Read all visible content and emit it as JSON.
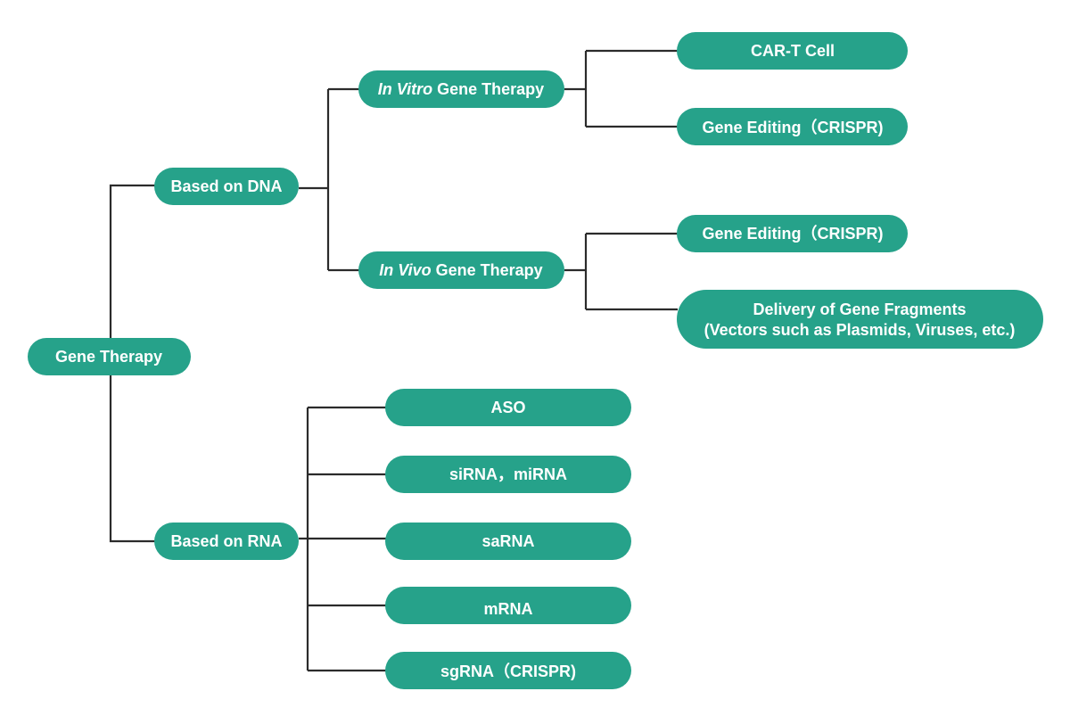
{
  "colors": {
    "node_fill": "#26a28a",
    "connector": "#2b2b2b",
    "text": "#ffffff"
  },
  "diagram": {
    "root": {
      "label": "Gene Therapy"
    },
    "dna": {
      "label": "Based on DNA",
      "in_vitro": {
        "label_italic": "In Vitro",
        "label_rest": " Gene Therapy",
        "children": [
          "CAR-T Cell",
          "Gene Editing（CRISPR)"
        ]
      },
      "in_vivo": {
        "label_italic": "In Vivo",
        "label_rest": " Gene Therapy",
        "children": [
          "Gene Editing（CRISPR)",
          "Delivery of Gene Fragments",
          "(Vectors such as Plasmids, Viruses, etc.)"
        ]
      }
    },
    "rna": {
      "label": "Based on RNA",
      "children": [
        "ASO",
        "siRNA，miRNA",
        "saRNA",
        "mRNA",
        "sgRNA（CRISPR)"
      ]
    }
  }
}
